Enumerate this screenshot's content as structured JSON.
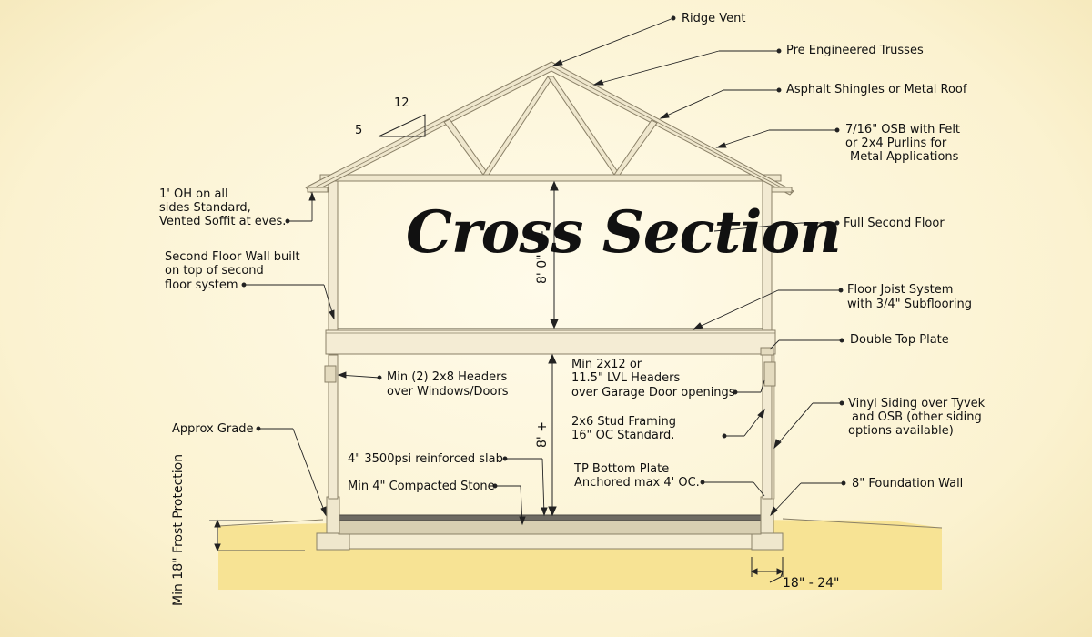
{
  "title": "Cross Section",
  "colors": {
    "background": "#fdf5d7",
    "ground": "#f7e394",
    "frame": "#e9e0c4",
    "outline": "#8a8067",
    "text": "#111111"
  },
  "pitch": {
    "run": "12",
    "rise": "5"
  },
  "dimensions": {
    "second_floor_height": "8' 0\" +/-",
    "first_floor_height": "8' +",
    "frost_protection": "Min 18\" Frost Protection",
    "footing_width": "18\" - 24\""
  },
  "labels": {
    "ridge_vent": "Ridge Vent",
    "trusses": "Pre Engineered Trusses",
    "roofing": "Asphalt Shingles or Metal Roof",
    "osb_1": "7/16\" OSB with Felt",
    "osb_2": "or 2x4 Purlins for",
    "osb_3": "Metal Applications",
    "overhang_1": "1' OH on all",
    "overhang_2": "sides Standard,",
    "overhang_3": "Vented Soffit at eves.",
    "full_second_floor": "Full Second Floor",
    "second_wall_1": "Second Floor Wall built",
    "second_wall_2": "on top of second",
    "second_wall_3": "floor system",
    "joist_1": "Floor Joist System",
    "joist_2": "with 3/4\" Subflooring",
    "double_top_plate": "Double Top Plate",
    "lvl_1": "Min 2x12 or",
    "lvl_2": "11.5\" LVL Headers",
    "lvl_3": "over Garage Door openings",
    "headers_1": "Min (2) 2x8 Headers",
    "headers_2": "over Windows/Doors",
    "vinyl_1": "Vinyl Siding over Tyvek",
    "vinyl_2": "and OSB (other siding",
    "vinyl_3": "options available)",
    "grade": "Approx Grade",
    "stud_1": "2x6 Stud Framing",
    "stud_2": "16\" OC Standard.",
    "slab": "4\" 3500psi reinforced slab",
    "stone": "Min 4\" Compacted Stone",
    "bottom_plate_1": "TP Bottom Plate",
    "bottom_plate_2": "Anchored max 4' OC.",
    "foundation": "8\" Foundation Wall"
  }
}
